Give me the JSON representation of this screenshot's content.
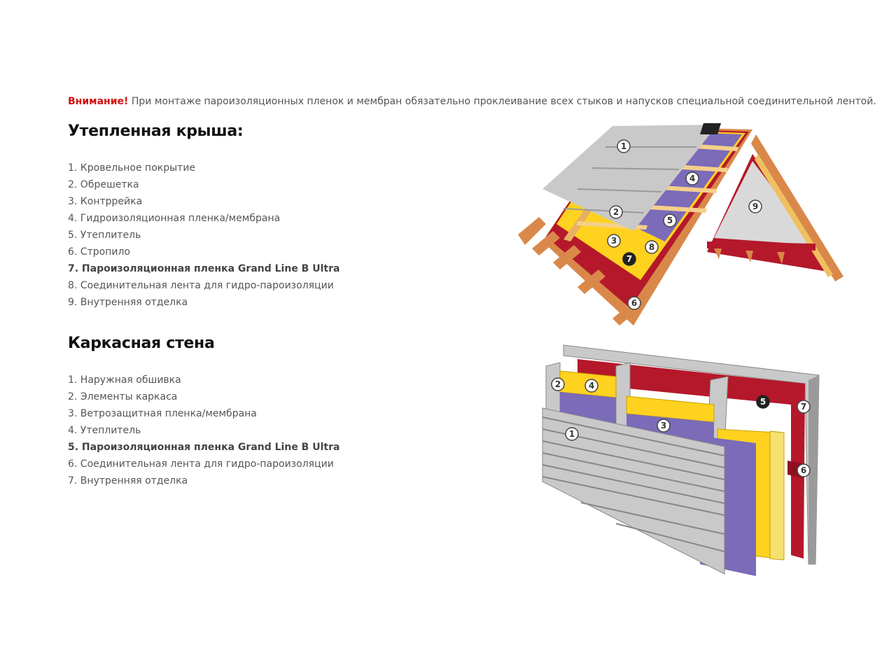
{
  "notice": {
    "warning": "Внимание!",
    "text": " При монтаже пароизоляционных пленок и мембран обязательно проклеивание всех стыков и напусков специальной соединительной лентой."
  },
  "roof": {
    "title": "Утепленная крыша:",
    "items": [
      {
        "label": "1. Кровельное покрытие",
        "bold": false
      },
      {
        "label": "2. Обрешетка",
        "bold": false
      },
      {
        "label": "3. Контррейка",
        "bold": false
      },
      {
        "label": "4. Гидроизоляционная пленка/мембрана",
        "bold": false
      },
      {
        "label": "5. Утеплитель",
        "bold": false
      },
      {
        "label": "6. Стропило",
        "bold": false
      },
      {
        "label": "7. Пароизоляционная пленка Grand Line B Ultra",
        "bold": true
      },
      {
        "label": "8. Соединительная лента для гидро-пароизоляции",
        "bold": false
      },
      {
        "label": "9. Внутренняя отделка",
        "bold": false
      }
    ],
    "badges": [
      "1",
      "2",
      "3",
      "4",
      "5",
      "6",
      "7",
      "8",
      "9"
    ]
  },
  "wall": {
    "title": "Каркасная стена",
    "items": [
      {
        "label": "1. Наружная обшивка",
        "bold": false
      },
      {
        "label": "2. Элементы каркаса",
        "bold": false
      },
      {
        "label": "3. Ветрозащитная пленка/мембрана",
        "bold": false
      },
      {
        "label": "4. Утеплитель",
        "bold": false
      },
      {
        "label": "5. Пароизоляционная пленка Grand Line B Ultra",
        "bold": true
      },
      {
        "label": "6. Соединительная лента для гидро-пароизоляции",
        "bold": false
      },
      {
        "label": "7. Внутренняя отделка",
        "bold": false
      }
    ],
    "badges": [
      "1",
      "2",
      "3",
      "4",
      "5",
      "6",
      "7"
    ]
  },
  "colors": {
    "warning": "#d40f0f",
    "membrane": "#7b6bb8",
    "insulation": "#ffd21f",
    "vapor_barrier": "#b5182a",
    "wood": "#d9884a",
    "steel": "#c9c9c9"
  }
}
